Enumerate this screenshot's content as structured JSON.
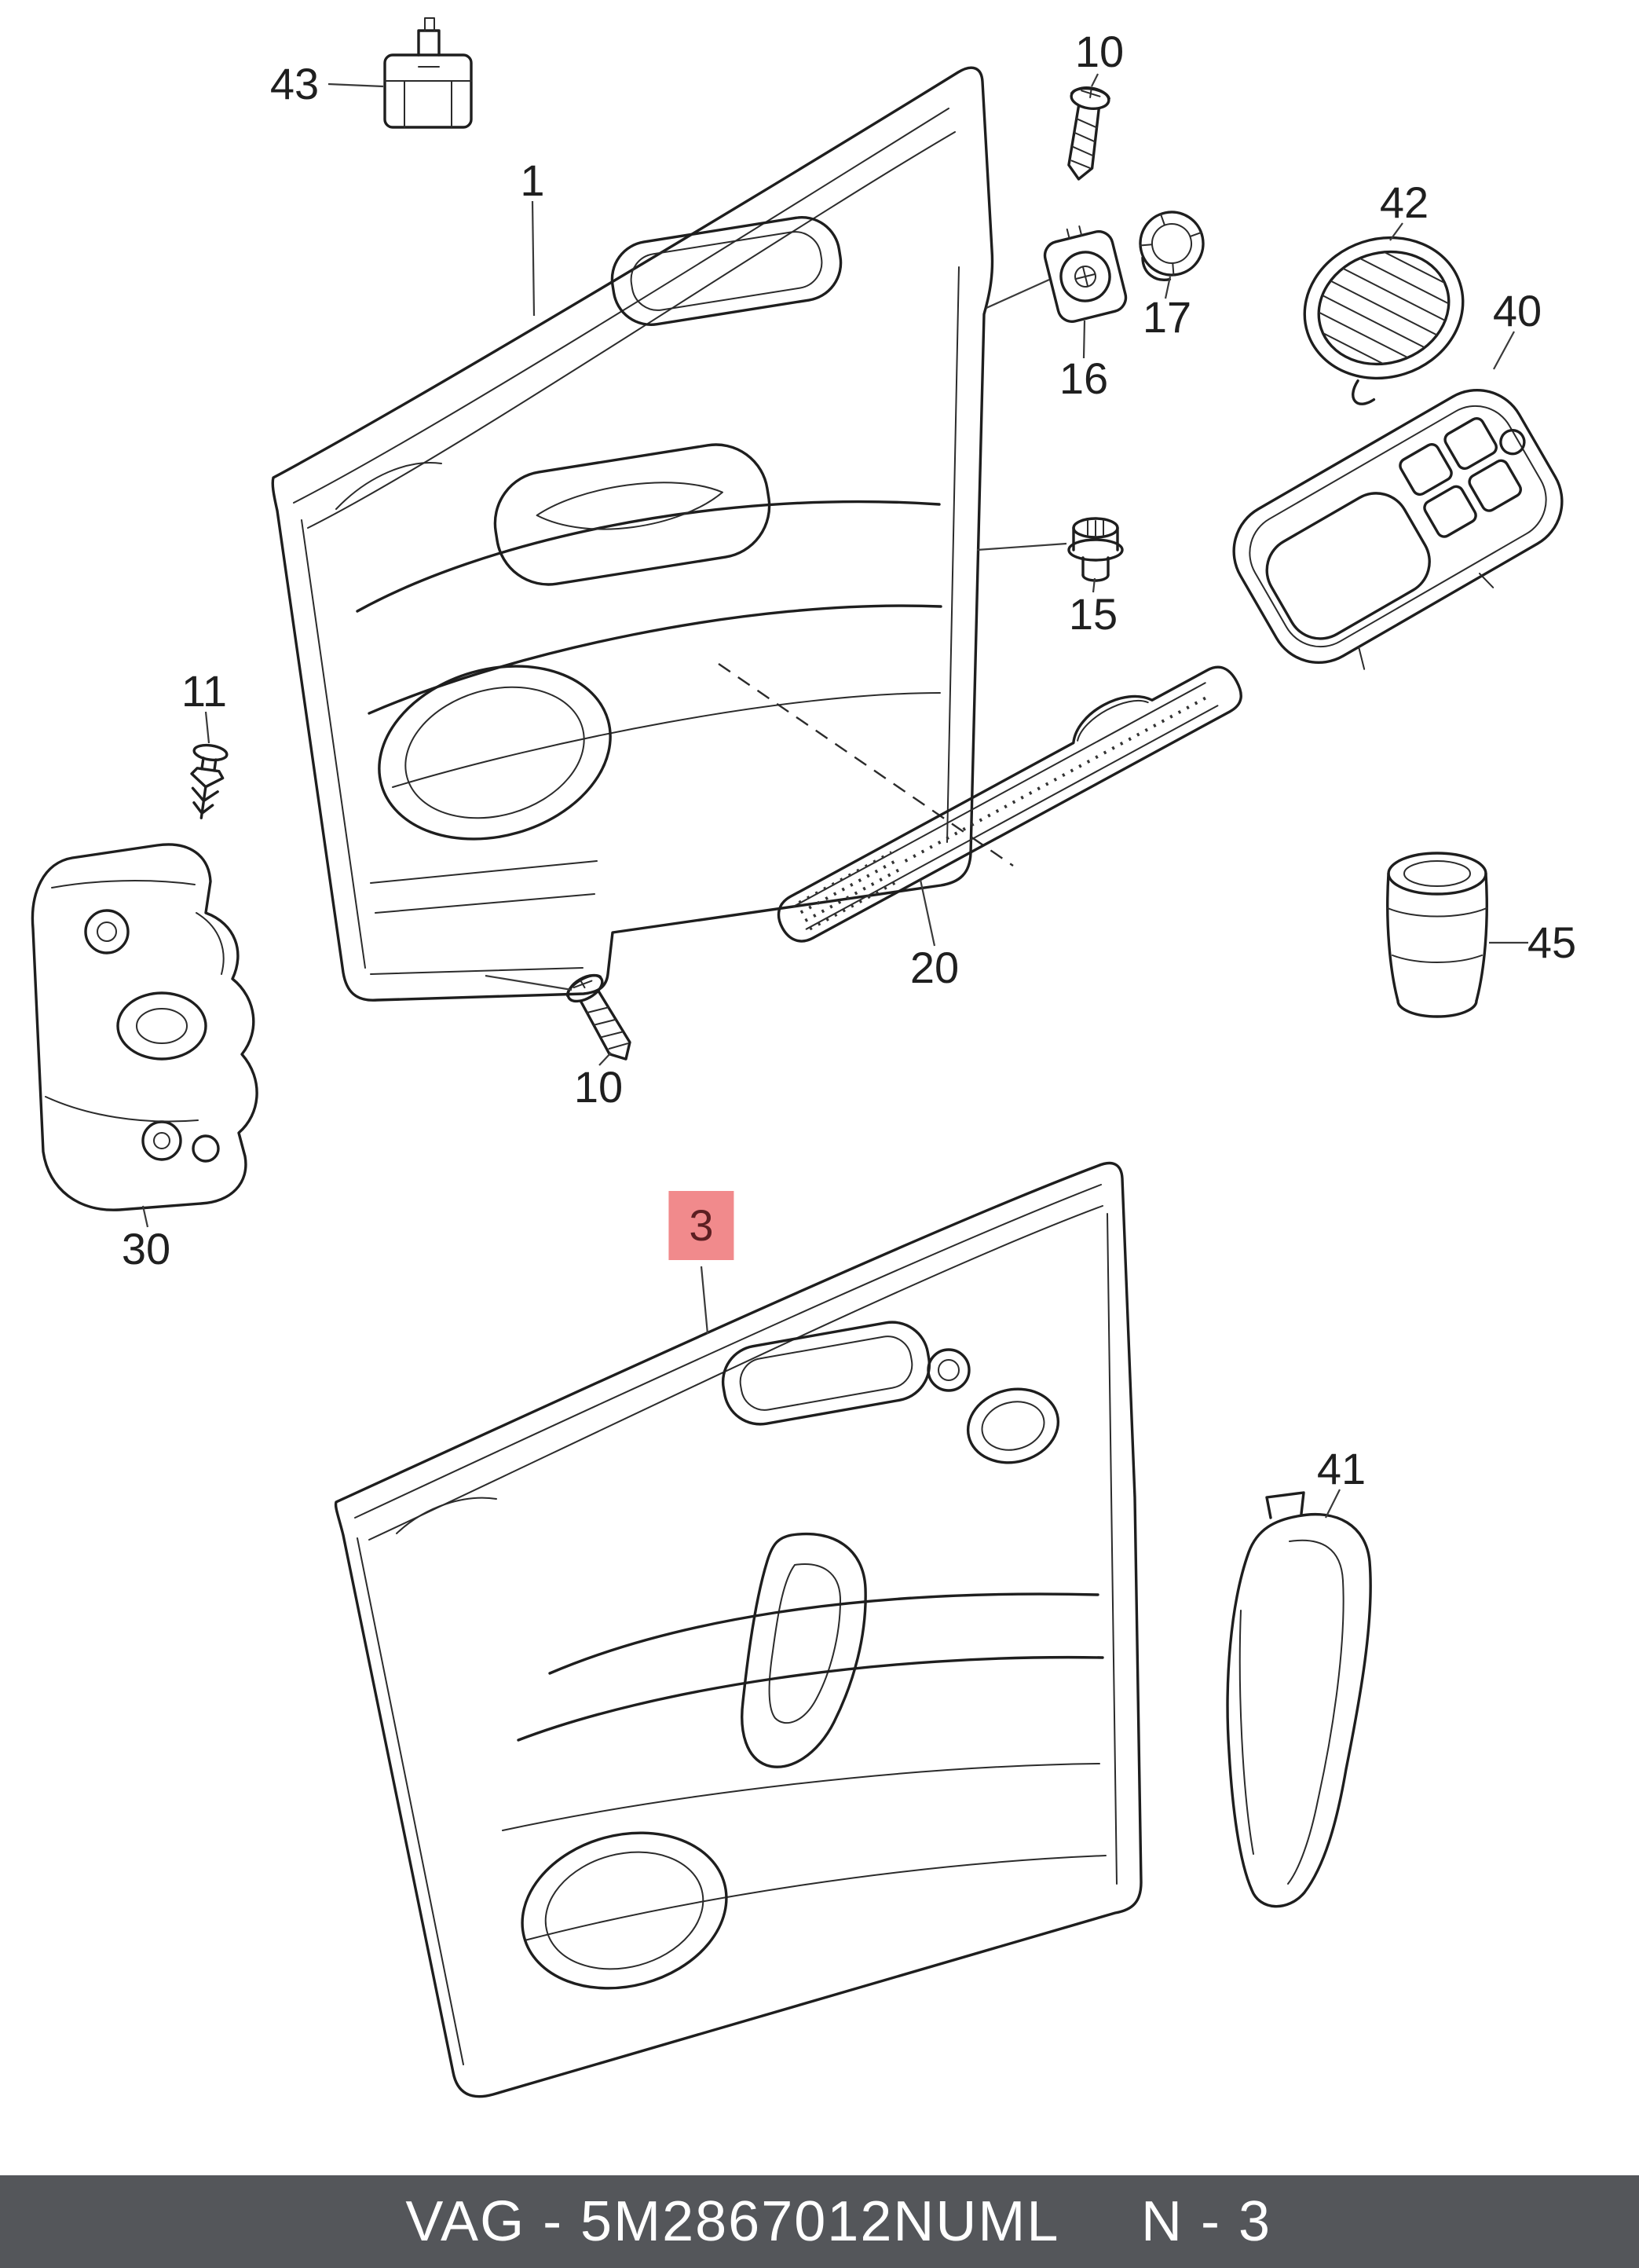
{
  "page": {
    "bg_color": "#ffffff"
  },
  "callouts": {
    "c43": "43",
    "c1": "1",
    "c10a": "10",
    "c16": "16",
    "c17": "17",
    "c42": "42",
    "c40": "40",
    "c15": "15",
    "c11": "11",
    "c20": "20",
    "c30": "30",
    "c10b": "10",
    "c3": "3",
    "c41": "41",
    "c45": "45"
  },
  "highlight": {
    "bg_color": "#f18a8c",
    "text_color": "#5c1f22"
  },
  "footer": {
    "part_code": "VAG - 5M2867012NUML",
    "page_ref": "N - 3",
    "bg_color": "#54565a",
    "text_color": "#ffffff"
  }
}
